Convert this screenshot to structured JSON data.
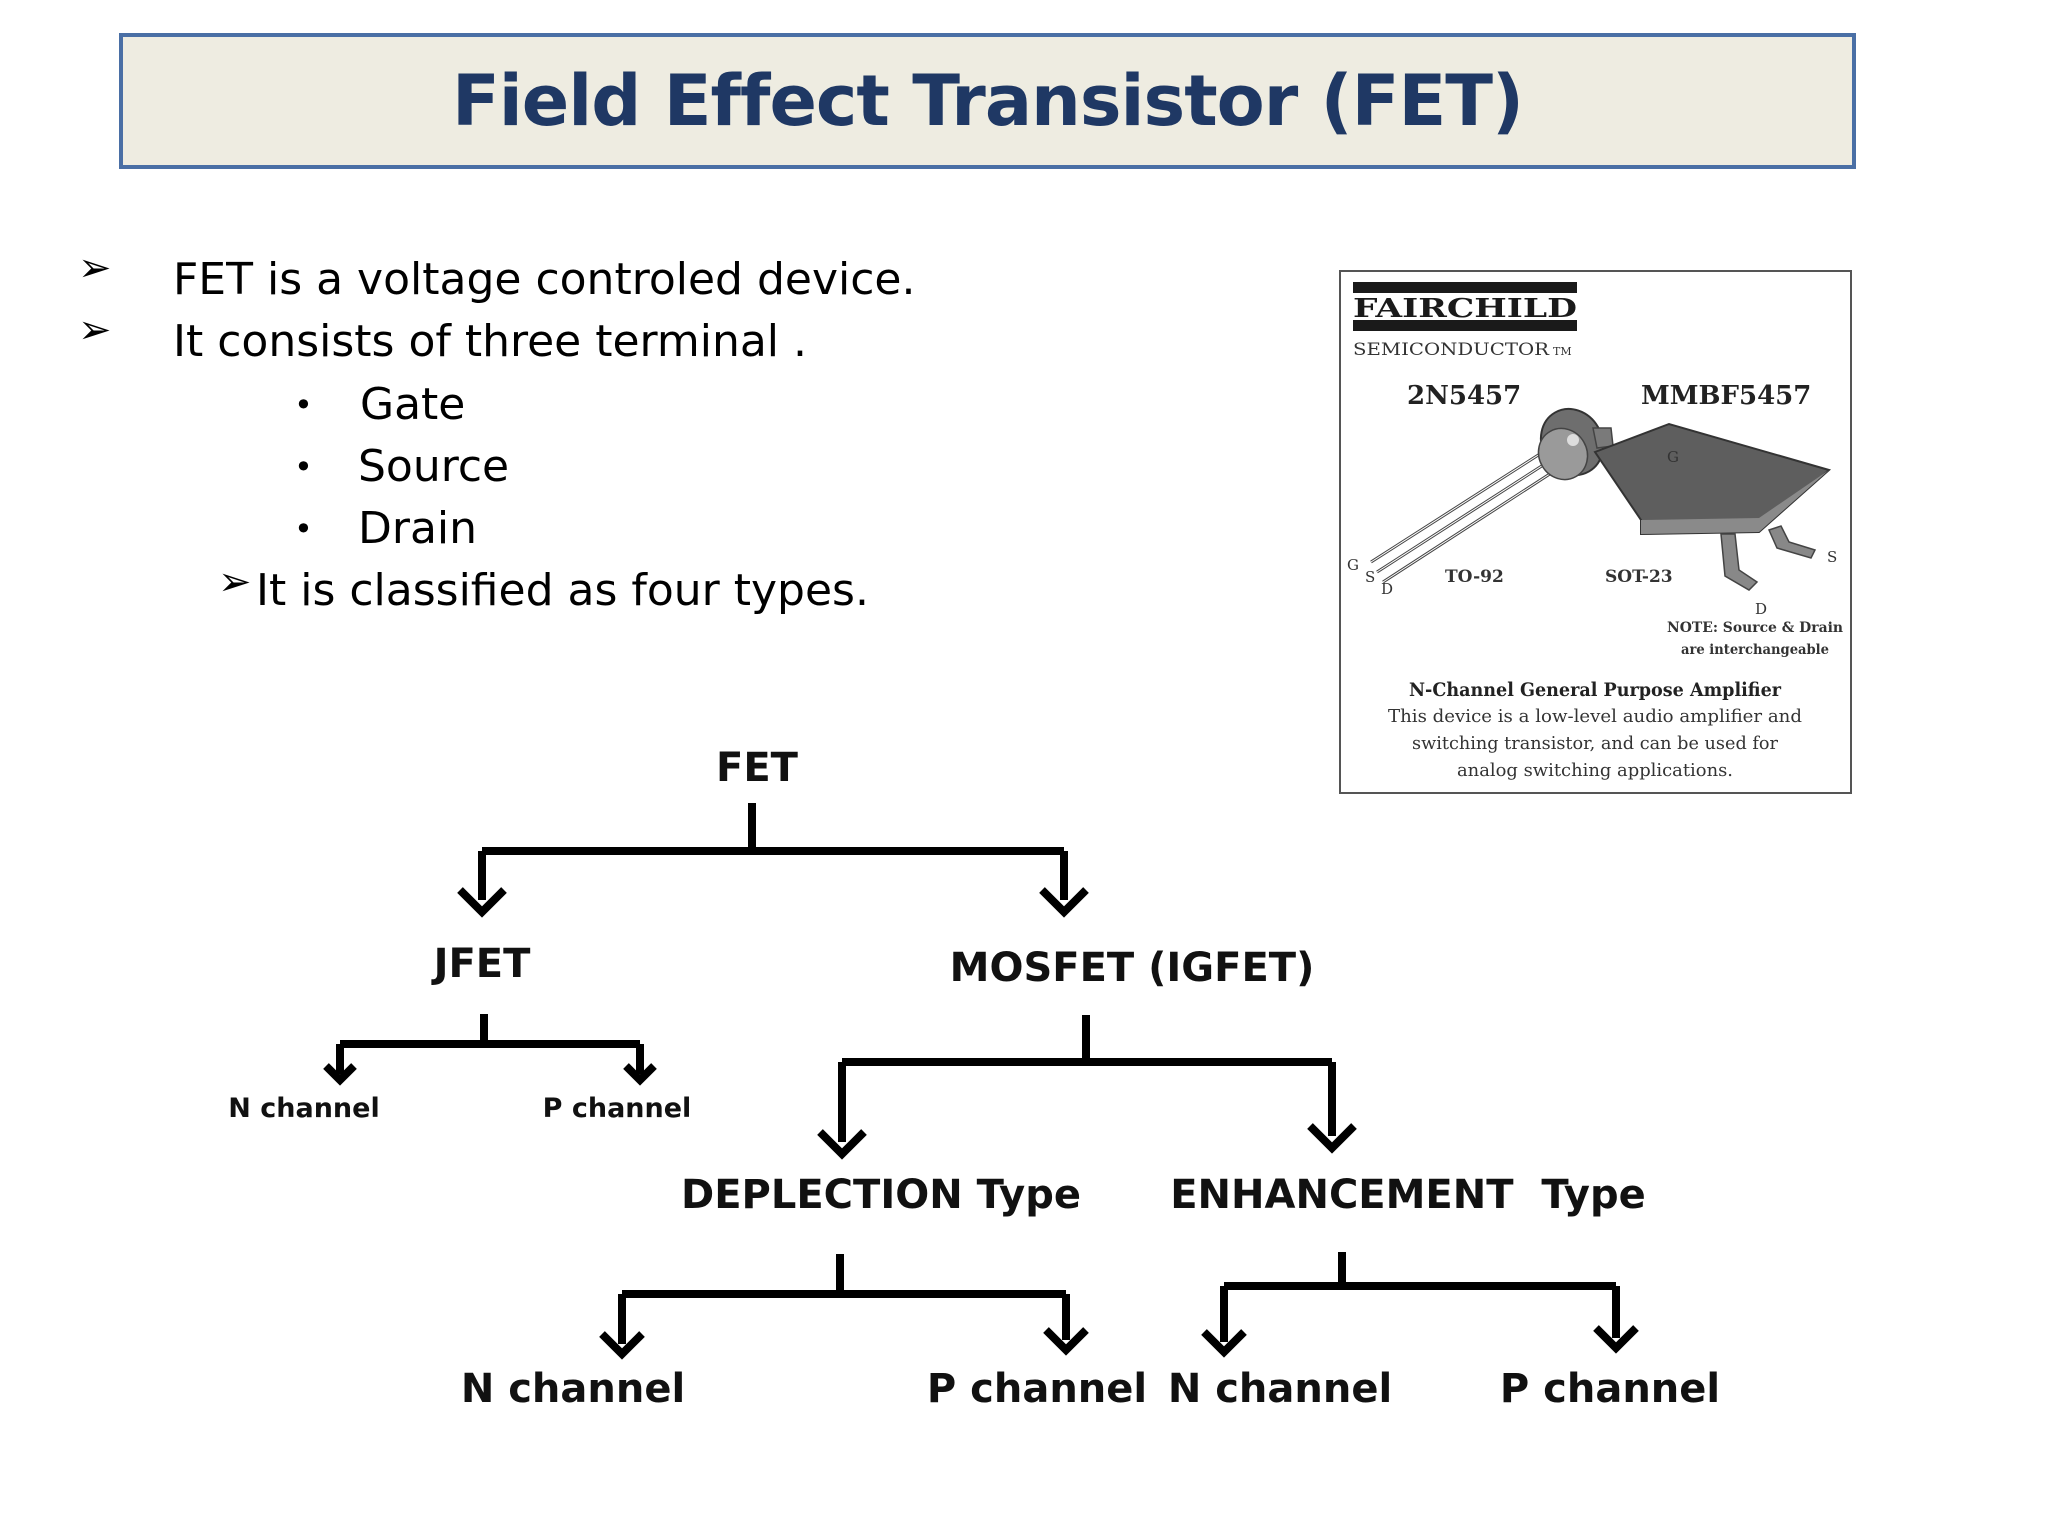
{
  "slide": {
    "title": "Field Effect Transistor (FET)",
    "bullets": [
      "FET is a voltage controled device.",
      " It consists of three terminal ."
    ],
    "terminals": [
      " Gate",
      "Source",
      "Drain"
    ],
    "classification": "It is classified as four types."
  },
  "tree": {
    "root": "FET",
    "jfet": "JFET",
    "jfet_n": "N channel",
    "jfet_p": "P channel",
    "mosfet": "MOSFET (IGFET)",
    "depletion": "DEPLECTION Type",
    "enhancement": "ENHANCEMENT  Type",
    "dep_n": "N channel",
    "dep_p": "P channel",
    "enh_n": "N channel",
    "enh_p": "P channel"
  },
  "datasheet": {
    "brand": "FAIRCHILD",
    "brand_sub": "SEMICONDUCTOR",
    "tm": "TM",
    "part_left": "2N5457",
    "part_right": "MMBF5457",
    "pkg_left": "TO-92",
    "pkg_right": "SOT-23",
    "pin_g": "G",
    "pin_s": "S",
    "pin_d": "D",
    "note_line1": "NOTE: Source & Drain",
    "note_line2": "are interchangeable",
    "desc_title": "N-Channel General Purpose Amplifier",
    "desc_line1": "This device is a low-level audio amplifier and",
    "desc_line2": "switching transistor, and can be used for",
    "desc_line3": "analog switching applications."
  }
}
